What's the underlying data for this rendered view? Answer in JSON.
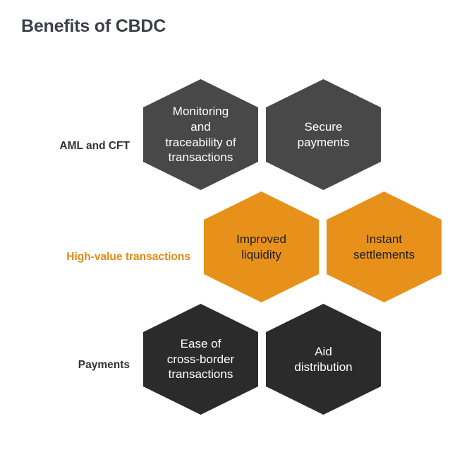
{
  "title": "Benefits of CBDC",
  "colors": {
    "background": "#ffffff",
    "title_text": "#3b3f46",
    "label_dark": "#2f3338",
    "accent_orange": "#e08a13",
    "hex_gray": "#484848",
    "hex_orange": "#e8911a",
    "hex_charcoal": "#2b2b2b",
    "hex_text_light": "#ffffff",
    "hex_text_dark": "#1c1c1c"
  },
  "rows": [
    {
      "label": "AML and CFT",
      "style": "dark"
    },
    {
      "label": "High-value transactions",
      "style": "accent"
    },
    {
      "label": "Payments",
      "style": "dark"
    }
  ],
  "hexagons": [
    {
      "text": "Monitoring\nand\ntraceability of\ntransactions",
      "row": "AML and CFT",
      "fill": "gray"
    },
    {
      "text": "Secure\npayments",
      "row": "AML and CFT",
      "fill": "gray"
    },
    {
      "text": "Improved\nliquidity",
      "row": "High-value transactions",
      "fill": "orange"
    },
    {
      "text": "Instant\nsettlements",
      "row": "High-value transactions",
      "fill": "orange"
    },
    {
      "text": "Ease of\ncross-border\ntransactions",
      "row": "Payments",
      "fill": "charcoal"
    },
    {
      "text": "Aid\ndistribution",
      "row": "Payments",
      "fill": "charcoal"
    }
  ]
}
